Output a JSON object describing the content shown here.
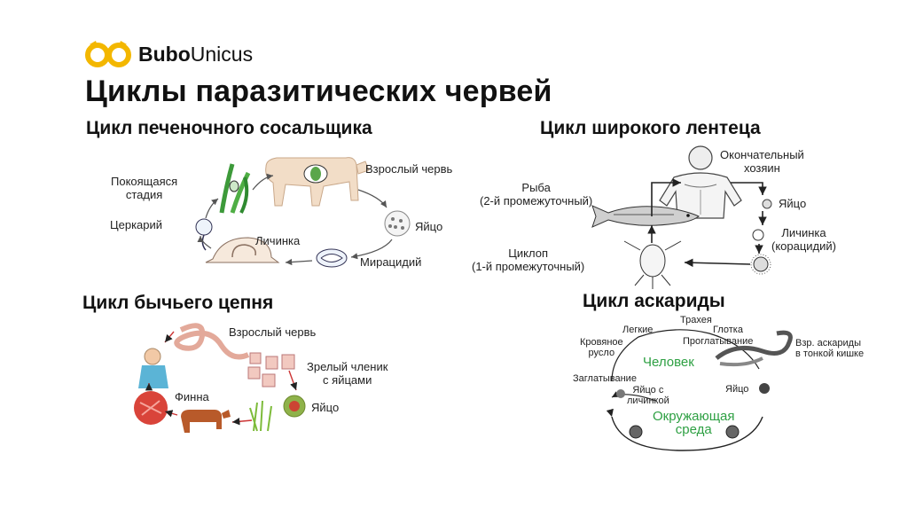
{
  "brand": {
    "bold": "Bubo",
    "regular": "Unicus"
  },
  "title": "Циклы паразитических червей",
  "fluke": {
    "heading": "Цикл печеночного сосальщика",
    "labels": {
      "resting": "Покоящаяся\nстадия",
      "adult": "Взрослый червь",
      "egg": "Яйцо",
      "cercaria": "Церкарий",
      "larva": "Личинка",
      "miracidium": "Мирацидий"
    }
  },
  "tapeworm": {
    "heading": "Цикл широкого лентеца",
    "labels": {
      "final_host": "Окончательный\nхозяин",
      "fish": "Рыба\n(2-й промежуточный)",
      "egg": "Яйцо",
      "larva": "Личинка\n(корацидий)",
      "cyclops": "Циклоп\n(1-й промежуточный)"
    }
  },
  "beef": {
    "heading": "Цикл бычьего цепня",
    "labels": {
      "adult": "Взрослый червь",
      "segment": "Зрелый членик\nс яйцами",
      "finna": "Финна",
      "egg": "Яйцо"
    }
  },
  "ascaris": {
    "heading": "Цикл аскариды",
    "labels": {
      "trachea": "Трахея",
      "lungs": "Легкие",
      "pharynx": "Глотка",
      "blood": "Кровяное\nрусло",
      "swallowing": "Проглатывание",
      "human": "Человек",
      "adult": "Взр. аскариды\nв тонкой кишке",
      "ingestion": "Заглатывание",
      "egg_larva": "Яйцо с\nличинкой",
      "egg": "Яйцо",
      "environment": "Окружающая\nсреда"
    }
  }
}
